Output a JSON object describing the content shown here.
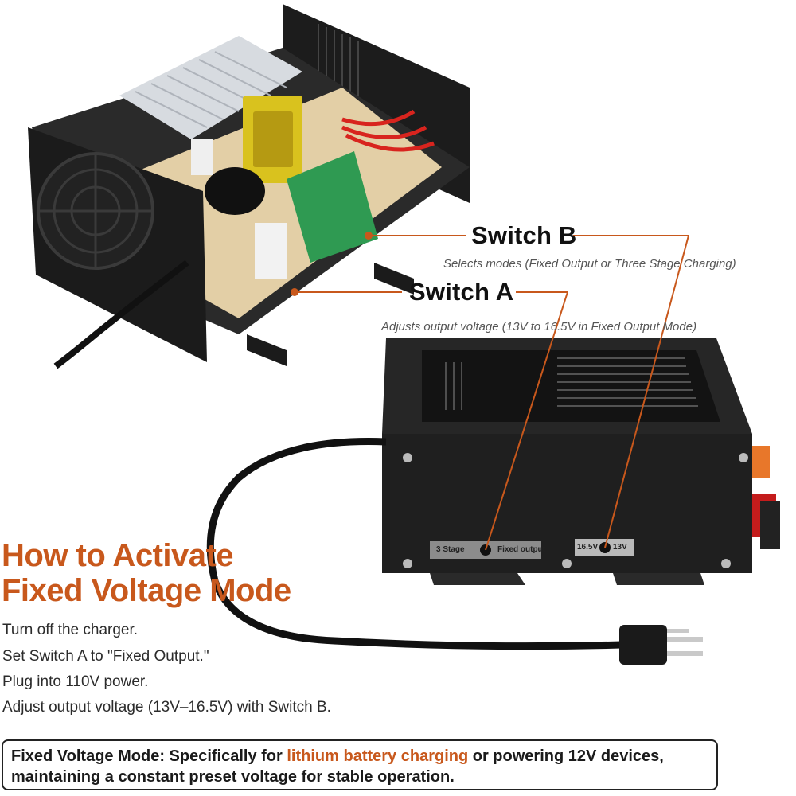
{
  "switch_b": {
    "title": "Switch B",
    "description": "Selects modes (Fixed Output or Three Stage Charging)"
  },
  "switch_a": {
    "title": "Switch A",
    "description": "Adjusts output voltage (13V to 16.5V in Fixed Output Mode)"
  },
  "heading": {
    "line1": "How to Activate",
    "line2": "Fixed Voltage Mode"
  },
  "steps": [
    "Turn off the charger.",
    "Set Switch A to \"Fixed Output.\"",
    "Plug into 110V power.",
    "Adjust output voltage (13V–16.5V) with Switch B."
  ],
  "note": {
    "prefix": "Fixed Voltage Mode: Specifically for ",
    "highlight": "lithium battery charging",
    "suffix": " or powering 12V devices, maintaining a constant preset voltage for stable operation."
  },
  "device_panel": {
    "mode_left": "3 Stage",
    "mode_right": "Fixed output",
    "voltage_left": "16.5V",
    "voltage_right": "13V"
  },
  "colors": {
    "accent": "#c8581c",
    "callout_line": "#c8581c"
  }
}
